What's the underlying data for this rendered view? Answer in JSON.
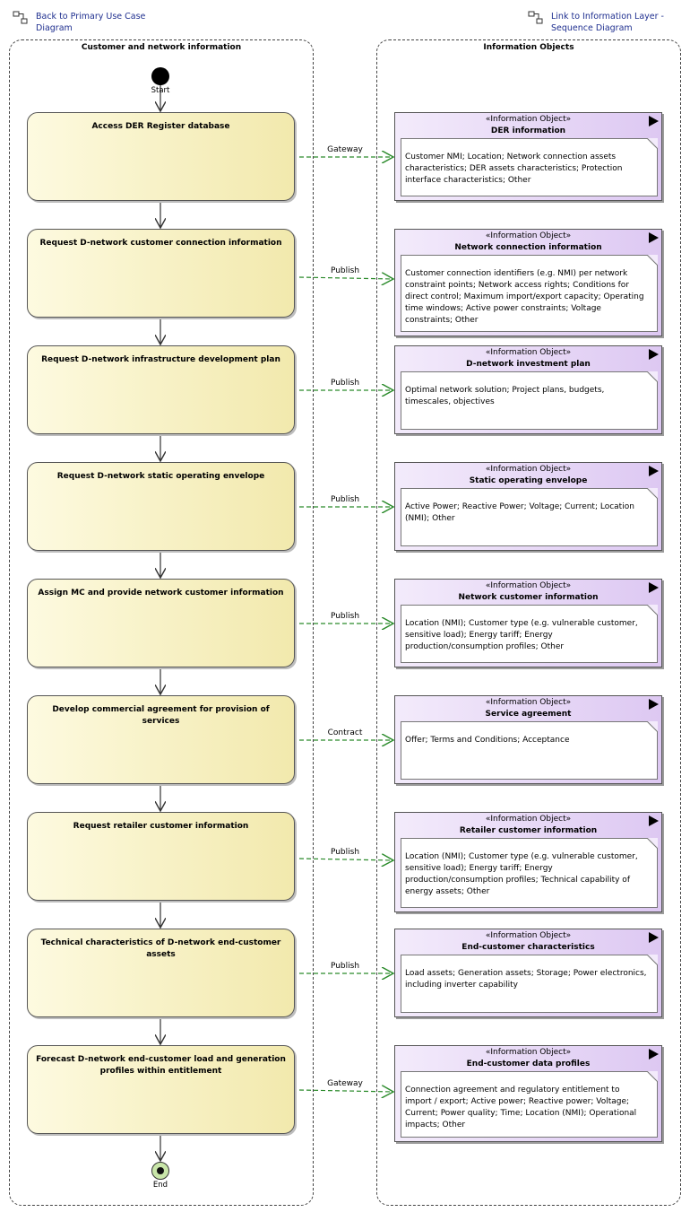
{
  "links": {
    "back": "Back to Primary Use Case\nDiagram",
    "info": "Link to Information Layer -\nSequence Diagram"
  },
  "lanes": {
    "left_title": "Customer and network information",
    "right_title": "Information Objects"
  },
  "start_label": "Start",
  "end_label": "End",
  "stereotype": "«Information Object»",
  "actions": [
    "Access DER Register database",
    "Request D-network customer connection information",
    "Request D-network infrastructure development plan",
    "Request D-network static operating envelope",
    "Assign MC and provide network customer information",
    "Develop commercial agreement for provision of services",
    "Request retailer customer information",
    "Technical characteristics of D-network end-customer assets",
    "Forecast D-network end-customer load and generation profiles within entitlement"
  ],
  "flows": [
    "Gateway",
    "Publish",
    "Publish",
    "Publish",
    "Publish",
    "Contract",
    "Publish",
    "Publish",
    "Gateway"
  ],
  "info_objects": [
    {
      "name": "DER information",
      "text": "Customer NMI; Location; Network connection assets characteristics; DER assets characteristics; Protection interface characteristics; Other"
    },
    {
      "name": "Network connection information",
      "text": "Customer connection identifiers (e.g. NMI) per network constraint points; Network access rights; Conditions for direct control; Maximum import/export capacity; Operating time windows; Active power constraints; Voltage constraints; Other"
    },
    {
      "name": "D-network investment plan",
      "text": "Optimal network solution; Project plans, budgets, timescales, objectives"
    },
    {
      "name": "Static operating envelope",
      "text": "Active Power; Reactive Power; Voltage; Current; Location (NMI); Other"
    },
    {
      "name": "Network customer information",
      "text": "Location (NMI); Customer type (e.g. vulnerable customer, sensitive load); Energy tariff; Energy production/consumption profiles; Other"
    },
    {
      "name": "Service agreement",
      "text": "Offer; Terms and Conditions; Acceptance"
    },
    {
      "name": "Retailer customer information",
      "text": "Location (NMI); Customer type (e.g. vulnerable customer, sensitive load); Energy tariff; Energy production/consumption profiles; Technical capability of energy assets; Other"
    },
    {
      "name": "End-customer characteristics",
      "text": "Load assets; Generation assets; Storage; Power electronics, including inverter capability"
    },
    {
      "name": "End-customer data profiles",
      "text": "Connection agreement and regulatory entitlement to import / export; Active power; Reactive power; Voltage; Current; Power quality; Time; Location (NMI); Operational impacts; Other"
    }
  ]
}
